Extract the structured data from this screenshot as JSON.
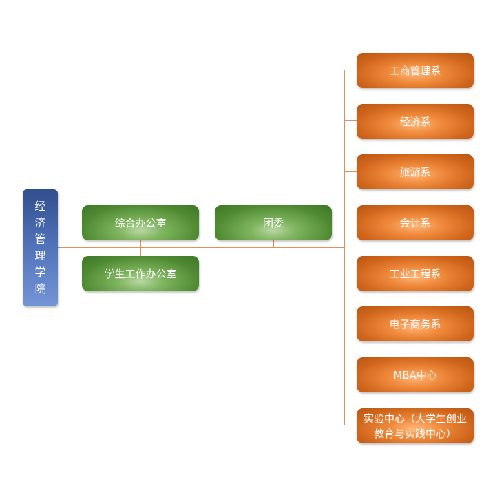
{
  "root": {
    "label": "经济管理学院"
  },
  "offices": [
    {
      "label": "综合办公室"
    },
    {
      "label": "团委"
    },
    {
      "label": "学生工作办公室"
    }
  ],
  "departments": [
    {
      "label": "工商管理系"
    },
    {
      "label": "经济系"
    },
    {
      "label": "旅游系"
    },
    {
      "label": "会计系"
    },
    {
      "label": "工业工程系"
    },
    {
      "label": "电子商务系"
    },
    {
      "label": "MBA中心"
    },
    {
      "label": "实验中心（大学生创业教育与实践中心）"
    }
  ],
  "colors": {
    "root": "#4a6bb3",
    "office": "#5a9a3c",
    "department": "#e07a30",
    "connector": "#e0915a"
  }
}
